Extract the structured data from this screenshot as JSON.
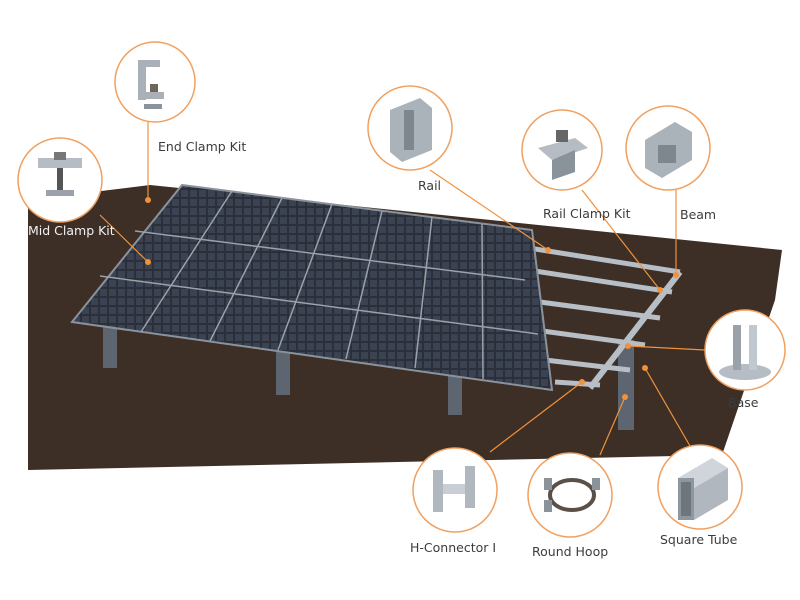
{
  "accent_color": "#f0923c",
  "ground_color": "#3d2e26",
  "components": [
    {
      "id": "end-clamp-kit",
      "label": "End Clamp Kit"
    },
    {
      "id": "mid-clamp-kit",
      "label": "Mid Clamp Kit"
    },
    {
      "id": "rail",
      "label": "Rail"
    },
    {
      "id": "rail-clamp-kit",
      "label": "Rail Clamp Kit"
    },
    {
      "id": "beam",
      "label": "Beam"
    },
    {
      "id": "base",
      "label": "Base"
    },
    {
      "id": "h-connector",
      "label": "H-Connector I"
    },
    {
      "id": "round-hoop",
      "label": "Round Hoop"
    },
    {
      "id": "square-tube",
      "label": "Square Tube"
    }
  ]
}
